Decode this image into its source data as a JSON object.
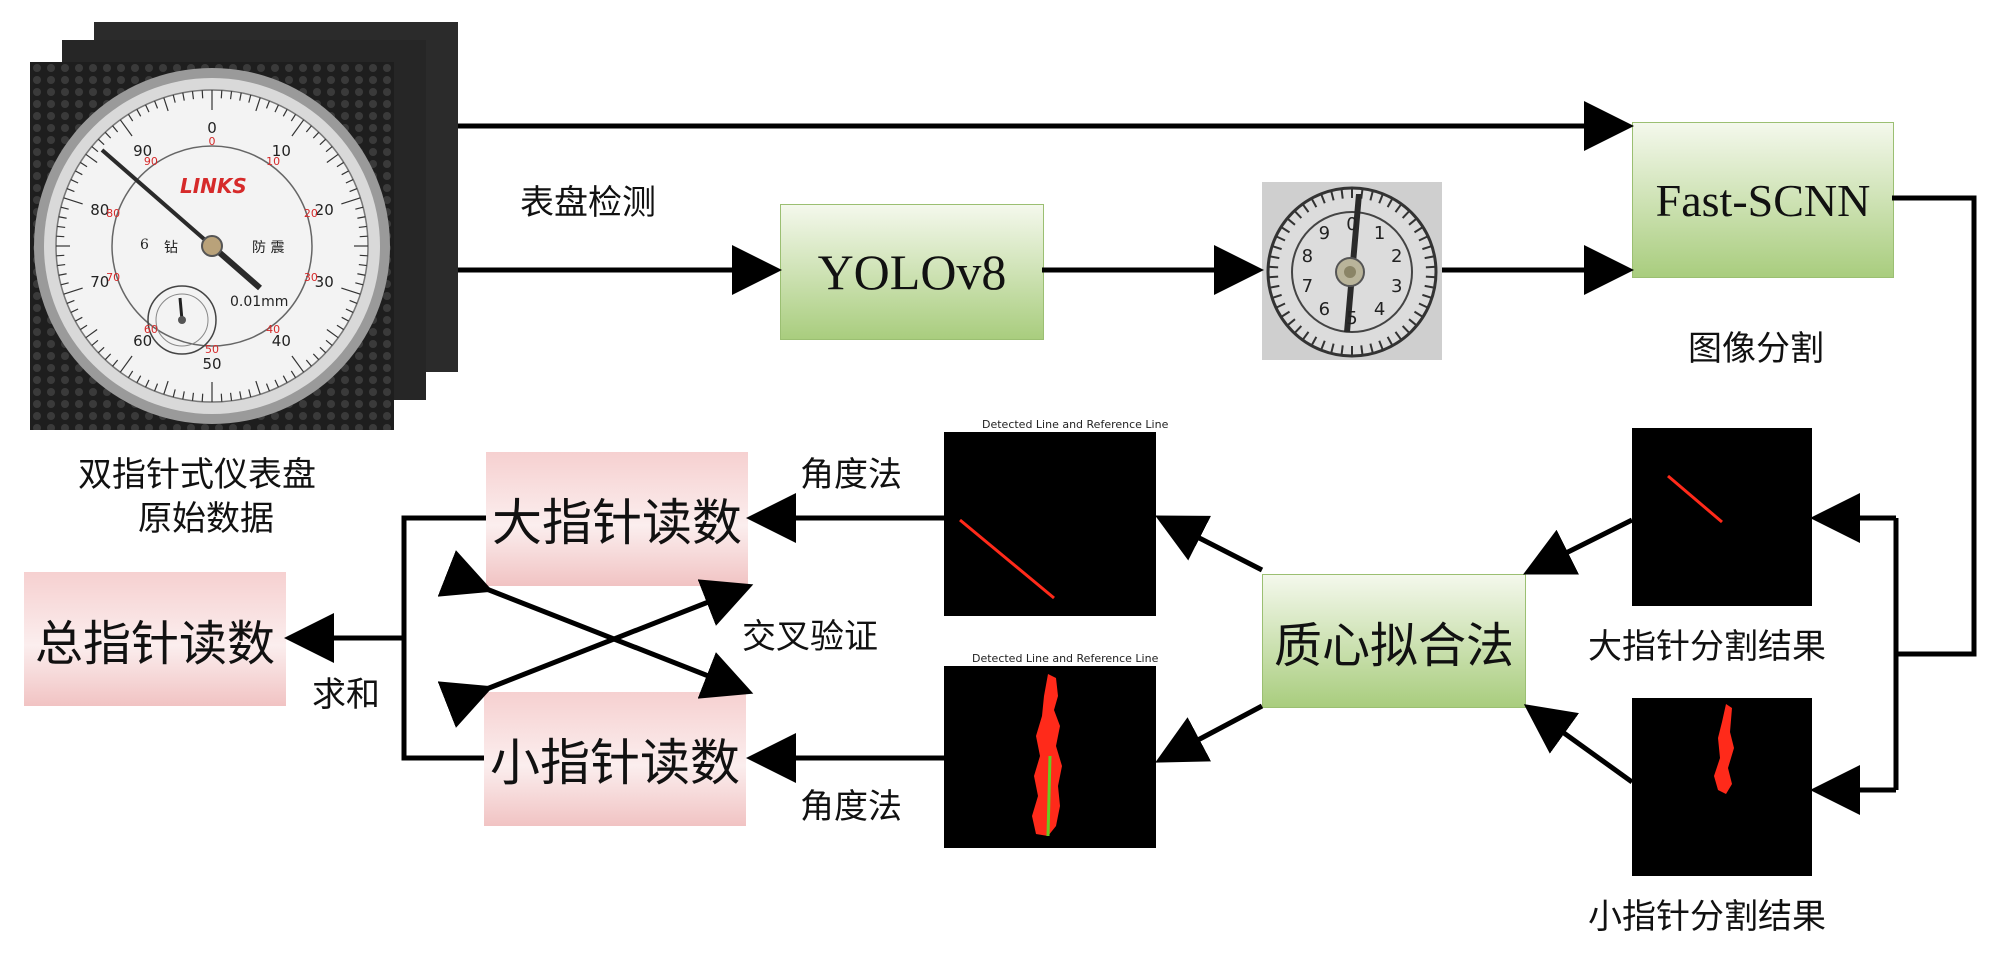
{
  "dial_photo": {
    "brand": "LINKS",
    "unit": "0.01mm",
    "left_char": "6",
    "mid_char": "钻",
    "right_chars": "防 震",
    "scale_black": [
      "0",
      "10",
      "20",
      "30",
      "40",
      "50",
      "60",
      "70",
      "80",
      "90"
    ],
    "scale_red": [
      "0",
      "10",
      "20",
      "30",
      "40",
      "50",
      "60",
      "70",
      "80",
      "90"
    ],
    "caption_line1": "双指针式仪表盘",
    "caption_line2": "原始数据"
  },
  "labels": {
    "dial_detect": "表盘检测",
    "segmentation": "图像分割",
    "angle_method_top": "角度法",
    "angle_method_bottom": "角度法",
    "cross_validate": "交叉验证",
    "sum": "求和",
    "big_seg_result": "大指针分割结果",
    "small_seg_result": "小指针分割结果"
  },
  "boxes": {
    "yolo": "YOLOv8",
    "fastscnn": "Fast-SCNN",
    "centroid": "质心拟合法",
    "big_reading": "大指针读数",
    "small_reading": "小指针读数",
    "total_reading": "总指针读数"
  },
  "crop_dial": {
    "numbers": [
      "0",
      "1",
      "2",
      "3",
      "4",
      "5",
      "6",
      "7",
      "8",
      "9"
    ]
  },
  "plots": {
    "top_title": "Detected Line and Reference Line",
    "bottom_title": "Detected Line and Reference Line"
  },
  "colors": {
    "green_box_top": "#f4f8ec",
    "green_box_bottom": "#a9cd7e",
    "red_box": "#f1c3c3",
    "mask_red": "#ff2a1a",
    "reference_line": "#66cc22"
  }
}
